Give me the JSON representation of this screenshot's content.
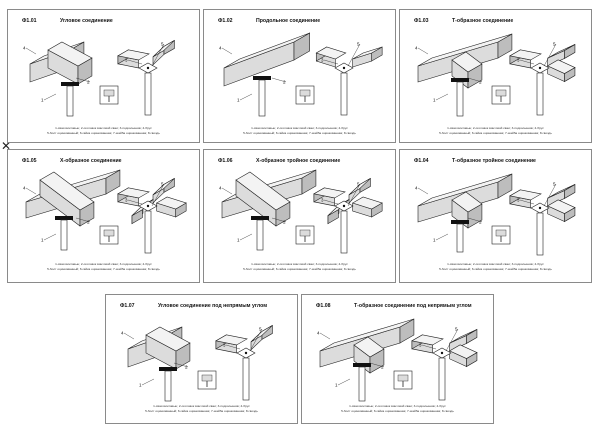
{
  "marker": "✕",
  "panels": [
    {
      "code": "Ф1.01",
      "title": "Угловое соединение",
      "type": "L"
    },
    {
      "code": "Ф1.02",
      "title": "Продольное соединение",
      "type": "I"
    },
    {
      "code": "Ф1.03",
      "title": "Т-образное соединение",
      "type": "T"
    },
    {
      "code": "Ф1.05",
      "title": "Х-образное соединение",
      "type": "X"
    },
    {
      "code": "Ф1.06",
      "title": "Х-образное тройное соединение",
      "type": "X3"
    },
    {
      "code": "Ф1.04",
      "title": "Т-образное тройное соединение",
      "type": "T3"
    },
    {
      "code": "Ф1.07",
      "title": "Угловое соединение под непрямым углом",
      "type": "A"
    },
    {
      "code": "Ф1.08",
      "title": "Т-образное соединение под непрямым углом",
      "type": "AT"
    }
  ],
  "caption_line1": "1-сваи винтовые; 2-оголовок винтовой сваи; 3-подкосынник; 4-брус",
  "caption_line2": "5-болт оцинкованный; 6-гайка оцинкованная; 7-шайба оцинкованная; 8-гвоздь",
  "callouts": [
    "1",
    "2",
    "3",
    "4",
    "5"
  ]
}
